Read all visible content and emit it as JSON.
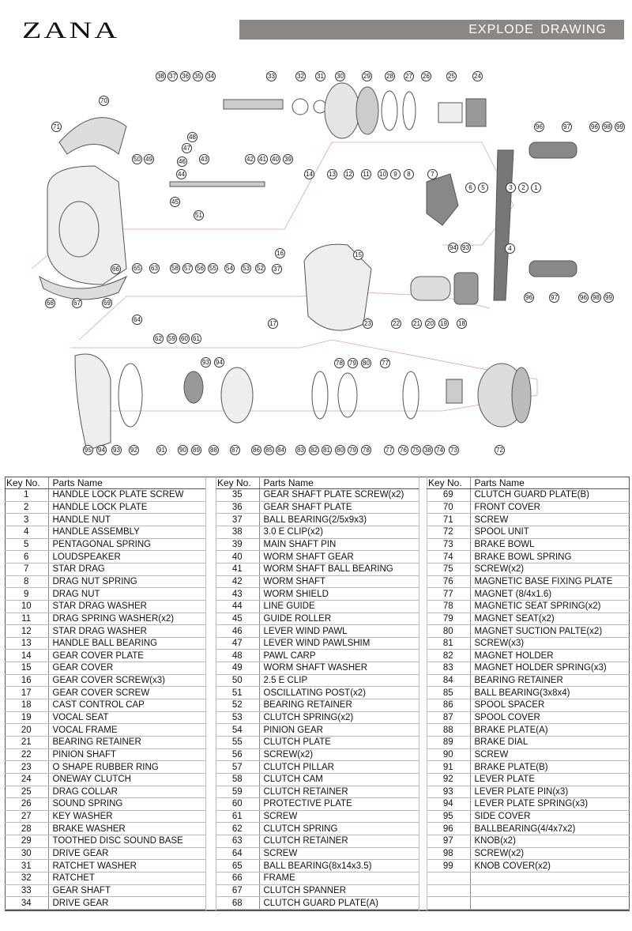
{
  "header": {
    "logo": "ZANA",
    "title": "EXPLODE DRAWING"
  },
  "drawing": {
    "callouts": [
      "38",
      "37",
      "36",
      "35",
      "34",
      "33",
      "32",
      "31",
      "30",
      "29",
      "28",
      "27",
      "26",
      "25",
      "24",
      "70",
      "71",
      "48",
      "47",
      "50",
      "49",
      "46",
      "44",
      "43",
      "42",
      "41",
      "40",
      "39",
      "96",
      "97",
      "96",
      "98",
      "99",
      "14",
      "13",
      "12",
      "11",
      "10",
      "9",
      "8",
      "7",
      "6",
      "5",
      "3",
      "2",
      "1",
      "45",
      "51",
      "16",
      "37",
      "15",
      "4",
      "94",
      "93",
      "66",
      "65",
      "63",
      "58",
      "57",
      "56",
      "55",
      "54",
      "53",
      "52",
      "68",
      "67",
      "69",
      "64",
      "96",
      "97",
      "96",
      "98",
      "99",
      "23",
      "22",
      "21",
      "20",
      "19",
      "18",
      "17",
      "62",
      "59",
      "60",
      "61",
      "93",
      "94",
      "78",
      "79",
      "80",
      "77",
      "95",
      "94",
      "93",
      "92",
      "91",
      "90",
      "89",
      "88",
      "87",
      "86",
      "85",
      "84",
      "83",
      "82",
      "81",
      "80",
      "79",
      "78",
      "77",
      "76",
      "75",
      "38",
      "74",
      "73",
      "72"
    ]
  },
  "table": {
    "headers": {
      "key": "Key No.",
      "name": "Parts Name"
    },
    "columns": [
      [
        [
          "1",
          "HANDLE LOCK  PLATE SCREW"
        ],
        [
          "2",
          "HANDLE LOCK  PLATE"
        ],
        [
          "3",
          "HANDLE NUT"
        ],
        [
          "4",
          "HANDLE ASSEMBLY"
        ],
        [
          "5",
          "PENTAGONAL SPRING"
        ],
        [
          "6",
          "LOUDSPEAKER"
        ],
        [
          "7",
          "STAR DRAG"
        ],
        [
          "8",
          "DRAG NUT SPRING"
        ],
        [
          "9",
          "DRAG NUT"
        ],
        [
          "10",
          "STAR DRAG WASHER"
        ],
        [
          "11",
          "DRAG SPRING WASHER(x2)"
        ],
        [
          "12",
          "STAR DRAG WASHER"
        ],
        [
          "13",
          "HANDLE BALL BEARING"
        ],
        [
          "14",
          "GEAR COVER PLATE"
        ],
        [
          "15",
          "GEAR COVER"
        ],
        [
          "16",
          "GEAR COVER SCREW(x3)"
        ],
        [
          "17",
          "GEAR COVER SCREW"
        ],
        [
          "18",
          "CAST CONTROL CAP"
        ],
        [
          "19",
          "VOCAL SEAT"
        ],
        [
          "20",
          "VOCAL FRAME"
        ],
        [
          "21",
          "BEARING RETAINER"
        ],
        [
          "22",
          "PINION SHAFT"
        ],
        [
          "23",
          "O SHAPE RUBBER RING"
        ],
        [
          "24",
          "ONEWAY CLUTCH"
        ],
        [
          "25",
          "DRAG COLLAR"
        ],
        [
          "26",
          "SOUND SPRING"
        ],
        [
          "27",
          "KEY WASHER"
        ],
        [
          "28",
          "BRAKE WASHER"
        ],
        [
          "29",
          "TOOTHED DISC SOUND BASE"
        ],
        [
          "30",
          "DRIVE GEAR"
        ],
        [
          "31",
          "RATCHET WASHER"
        ],
        [
          "32",
          "RATCHET"
        ],
        [
          "33",
          "GEAR SHAFT"
        ],
        [
          "34",
          "DRIVE GEAR"
        ]
      ],
      [
        [
          "35",
          "GEAR SHAFT PLATE SCREW(x2)"
        ],
        [
          "36",
          "GEAR SHAFT PLATE"
        ],
        [
          "37",
          "BALL BEARING(2/5x9x3)"
        ],
        [
          "38",
          "3.0 E CLIP(x2)"
        ],
        [
          "39",
          "MAIN SHAFT PIN"
        ],
        [
          "40",
          "WORM SHAFT GEAR"
        ],
        [
          "41",
          "WORM SHAFT BALL BEARING"
        ],
        [
          "42",
          "WORM SHAFT"
        ],
        [
          "43",
          "WORM SHIELD"
        ],
        [
          "44",
          "LINE GUIDE"
        ],
        [
          "45",
          "GUIDE ROLLER"
        ],
        [
          "46",
          "LEVER WIND PAWL"
        ],
        [
          "47",
          "LEVER WIND PAWLSHIM"
        ],
        [
          "48",
          "PAWL CARP"
        ],
        [
          "49",
          "WORM SHAFT WASHER"
        ],
        [
          "50",
          "2.5 E CLIP"
        ],
        [
          "51",
          "OSCILLATING POST(x2)"
        ],
        [
          "52",
          "BEARING RETAINER"
        ],
        [
          "53",
          "CLUTCH SPRING(x2)"
        ],
        [
          "54",
          "PINION GEAR"
        ],
        [
          "55",
          "CLUTCH PLATE"
        ],
        [
          "56",
          "SCREW(x2)"
        ],
        [
          "57",
          "CLUTCH PILLAR"
        ],
        [
          "58",
          "CLUTCH CAM"
        ],
        [
          "59",
          "CLUTCH RETAINER"
        ],
        [
          "60",
          "PROTECTIVE PLATE"
        ],
        [
          "61",
          "SCREW"
        ],
        [
          "62",
          "CLUTCH SPRING"
        ],
        [
          "63",
          "CLUTCH RETAINER"
        ],
        [
          "64",
          "SCREW"
        ],
        [
          "65",
          "BALL BEARING(8x14x3.5)"
        ],
        [
          "66",
          "FRAME"
        ],
        [
          "67",
          "CLUTCH SPANNER"
        ],
        [
          "68",
          "CLUTCH GUARD PLATE(A)"
        ]
      ],
      [
        [
          "69",
          "CLUTCH GUARD PLATE(B)"
        ],
        [
          "70",
          "FRONT COVER"
        ],
        [
          "71",
          "SCREW"
        ],
        [
          "72",
          "SPOOL UNIT"
        ],
        [
          "73",
          "BRAKE BOWL"
        ],
        [
          "74",
          "BRAKE BOWL SPRING"
        ],
        [
          "75",
          "SCREW(x2)"
        ],
        [
          "76",
          "MAGNETIC BASE FIXING PLATE"
        ],
        [
          "77",
          "MAGNET (8/4x1.6)"
        ],
        [
          "78",
          "MAGNETIC SEAT SPRING(x2)"
        ],
        [
          "79",
          "MAGNET SEAT(x2)"
        ],
        [
          "80",
          "MAGNET SUCTION PALTE(x2)"
        ],
        [
          "81",
          "SCREW(x3)"
        ],
        [
          "82",
          "MAGNET HOLDER"
        ],
        [
          "83",
          "MAGNET HOLDER SPRING(x3)"
        ],
        [
          "84",
          "BEARING RETAINER"
        ],
        [
          "85",
          "BALL BEARING(3x8x4)"
        ],
        [
          "86",
          "SPOOL SPACER"
        ],
        [
          "87",
          "SPOOL COVER"
        ],
        [
          "88",
          "BRAKE PLATE(A)"
        ],
        [
          "89",
          "BRAKE DIAL"
        ],
        [
          "90",
          "SCREW"
        ],
        [
          "91",
          "BRAKE PLATE(B)"
        ],
        [
          "92",
          "LEVER PLATE"
        ],
        [
          "93",
          "LEVER PLATE PIN(x3)"
        ],
        [
          "94",
          "LEVER PLATE SPRING(x3)"
        ],
        [
          "95",
          "SIDE COVER"
        ],
        [
          "96",
          "BALLBEARING(4/4x7x2)"
        ],
        [
          "97",
          "KNOB(x2)"
        ],
        [
          "98",
          "SCREW(x2)"
        ],
        [
          "99",
          "KNOB COVER(x2)"
        ],
        [
          "",
          ""
        ],
        [
          "",
          ""
        ],
        [
          "",
          ""
        ]
      ]
    ]
  }
}
